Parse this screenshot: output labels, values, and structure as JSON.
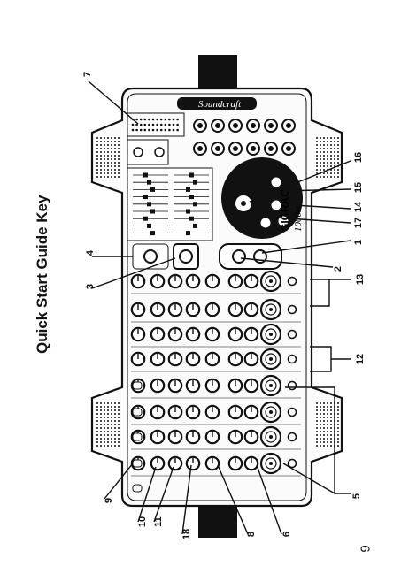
{
  "page": {
    "title": "Quick Start Guide Key",
    "page_number": "9",
    "brand": "Soundcraft",
    "model_top": "GIGRAC",
    "model_sub": "1000st"
  },
  "callouts": [
    "1",
    "2",
    "3",
    "4",
    "5",
    "6",
    "7",
    "8",
    "9",
    "10",
    "11",
    "12",
    "13",
    "14",
    "15",
    "16",
    "17",
    "18"
  ],
  "colors": {
    "ink": "#111111",
    "paper": "#ffffff",
    "panel": "#f4f4f4"
  }
}
